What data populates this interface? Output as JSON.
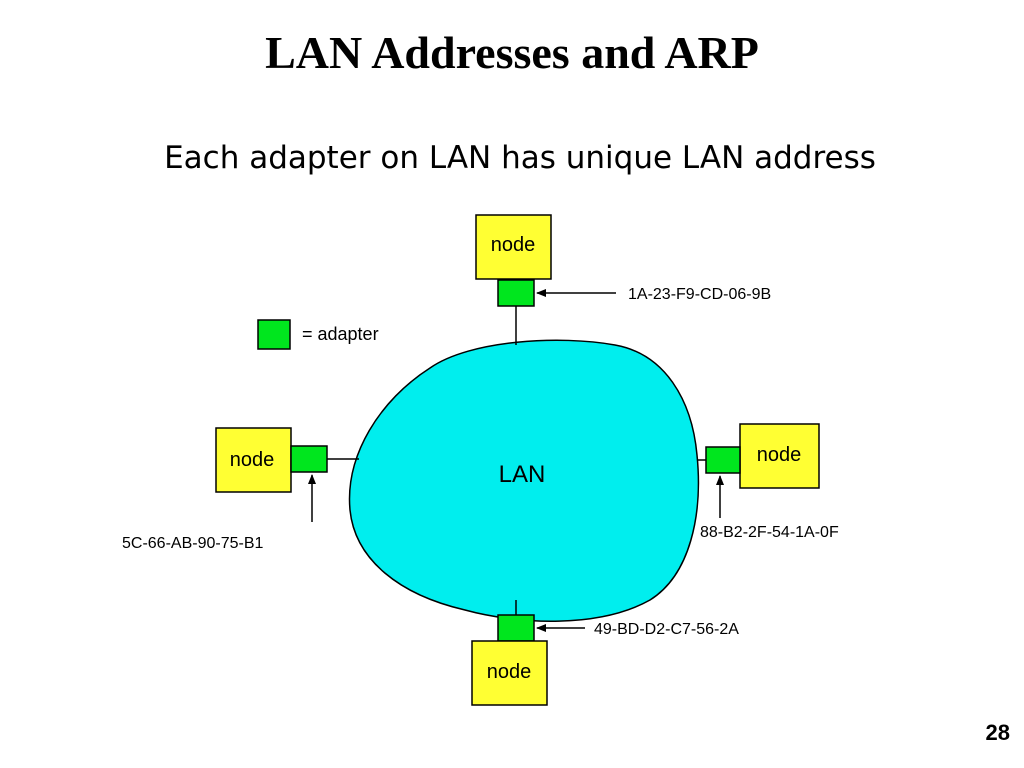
{
  "slide": {
    "title": "LAN Addresses and ARP",
    "subtitle": "Each adapter on LAN has unique LAN address",
    "page_number": "28"
  },
  "diagram": {
    "lan_label": "LAN",
    "legend": {
      "symbol_label": "= adapter"
    },
    "nodes": [
      {
        "label": "node",
        "address": "1A-23-F9-CD-06-9B"
      },
      {
        "label": "node",
        "address": "5C-66-AB-90-75-B1"
      },
      {
        "label": "node",
        "address": "88-B2-2F-54-1A-0F"
      },
      {
        "label": "node",
        "address": "49-BD-D2-C7-56-2A"
      }
    ]
  },
  "colors": {
    "node_fill": "#ffff33",
    "adapter_fill": "#00e61e",
    "lan_fill": "#00eeee"
  }
}
